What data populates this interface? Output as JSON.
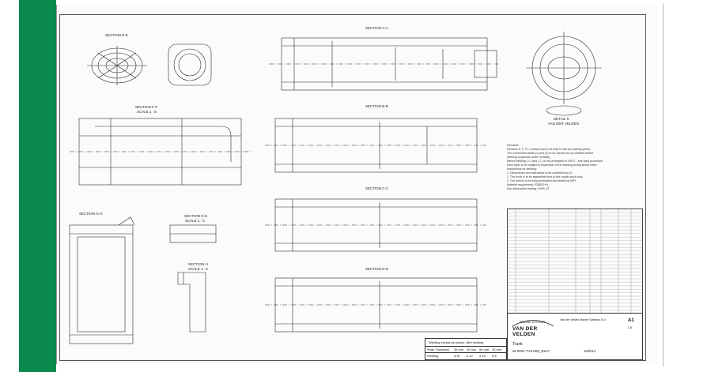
{
  "sections": {
    "section_ee": "SECTION E-E",
    "section_aa": "SECTION A-A",
    "section_ff": "SECTION F-F",
    "section_ff_scale": "SCALE 1 : 5",
    "section_bb": "SECTION B-B",
    "section_cc": "SECTION C-C",
    "section_dd": "SECTION D-D",
    "section_gg": "SECTION G-G",
    "section_hh": "SECTION H-H",
    "section_hh_scale": "SCALE 1 : 5",
    "section_ii": "SECTION I-I",
    "section_ii_scale": "SCALE 1 : 5",
    "detail_label": "DETAIL X",
    "detail_sub": "VAN DER VELDEN"
  },
  "title_block": {
    "brand": "VAN DER VELDEN",
    "brand_sub": "MARINE SYSTEMS",
    "company": "Van der Velden Marine Systems B.V.",
    "drawing_no": "W-0031-T14-002_Rev7",
    "sheet": "A1",
    "scale": "1:5",
    "date": "10/5/14",
    "title": "Trunk"
  },
  "weld_table": {
    "caption": "Welding except as shown: fillet welding",
    "rows": [
      {
        "label": "Plate Thickness",
        "values": [
          "35 mm",
          "40 mm",
          "50 mm",
          "25 mm"
        ]
      },
      {
        "label": "Welding",
        "values": [
          "a 10",
          "a 12",
          "a 15",
          "a 8"
        ]
      }
    ]
  },
  "notes": [
    "Remarks:",
    "Sections E, F, G, I unused and to be kept to min as material yields",
    "The connection welds (1) and (2) to be carried out by certified welder.",
    "Welding sequence under humidity.",
    "Before welding ( 1 ) and ( 2 ) to be preheated to 150°C - see weld procedure.",
    "Each layer to be subject to inspection of the welding during stress relief.",
    "Instructions for welding:",
    "1. Dimensions and tolerances to be confirmed by Cl.",
    "2. The trunk is to be assembled true to the rudder stock axis.",
    "3. The weld is to be fully penetrated and tested by MPI.",
    "Material requirement: S355J2+N",
    "Non-destructive testing: 100% UT"
  ],
  "colors": {
    "strip": "#0a8a4c",
    "line": "#2a2a2a"
  }
}
